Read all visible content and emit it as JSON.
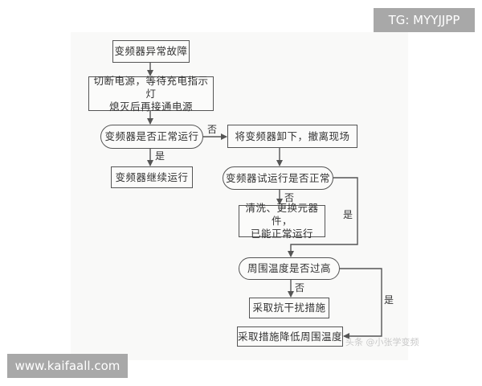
{
  "diagram": {
    "nodes": {
      "fault": "变频器异常故障",
      "power_cycle_line1": "切断电源，等待充电指示灯",
      "power_cycle_line2": "熄灭后再接通电源",
      "check_running": "变频器是否正常运行",
      "continue_running": "变频器继续运行",
      "remove_inverter": "将变频器卸下，撤离现场",
      "test_run_ok": "变频器试运行是否正常",
      "clean_replace_line1": "清洗、更换元器件，",
      "clean_replace_line2": "已能正常运行",
      "temp_high": "周围温度是否过高",
      "anti_interference": "采取抗干扰措施",
      "lower_temp": "采取措施降低周围温度"
    },
    "edge_labels": {
      "check_running_no": "否",
      "check_running_yes": "是",
      "test_run_no": "否",
      "test_run_yes": "是",
      "temp_no": "否",
      "temp_yes": "是"
    },
    "watermark": "头条 @小张学变频"
  },
  "overlays": {
    "top_right_badge": "TG: MYYJJPP",
    "bottom_left_badge": "www.kaifaall.com"
  },
  "colors": {
    "line": "#555555",
    "badge_bg": "#a8a8a8",
    "sheet_bg": "#f9f9f8"
  }
}
